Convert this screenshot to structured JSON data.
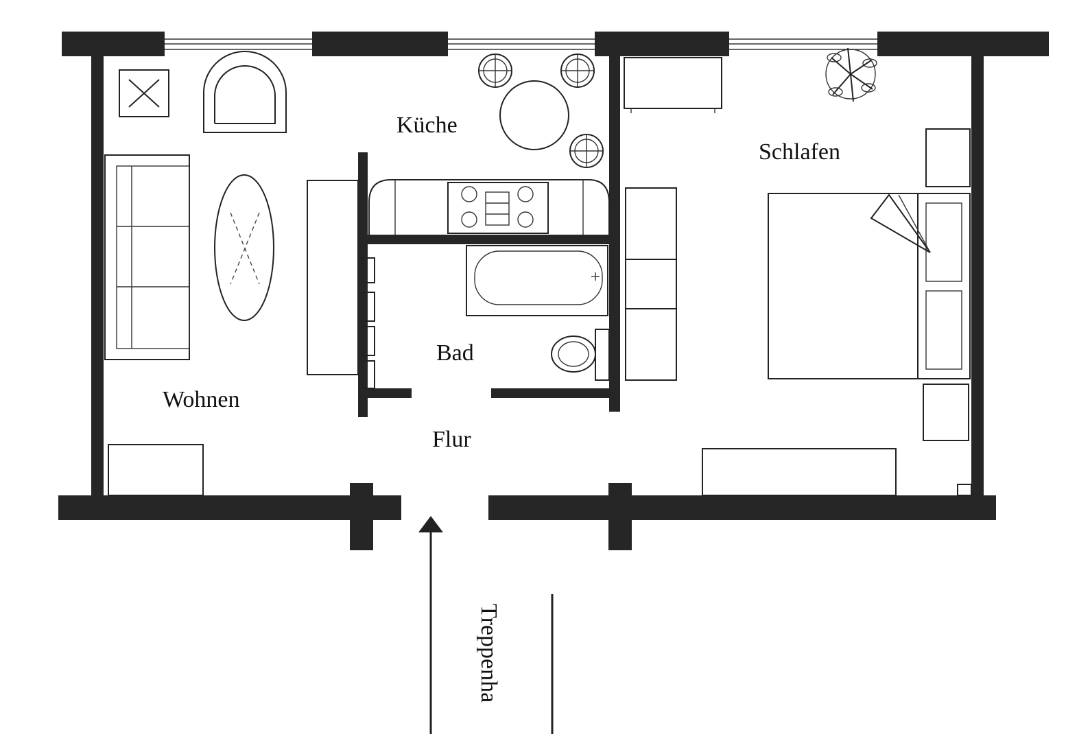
{
  "rooms": {
    "wohnen": "Wohnen",
    "kueche": "Küche",
    "schlafen": "Schlafen",
    "bad": "Bad",
    "flur": "Flur"
  },
  "stairwell_label": "Treppenha"
}
